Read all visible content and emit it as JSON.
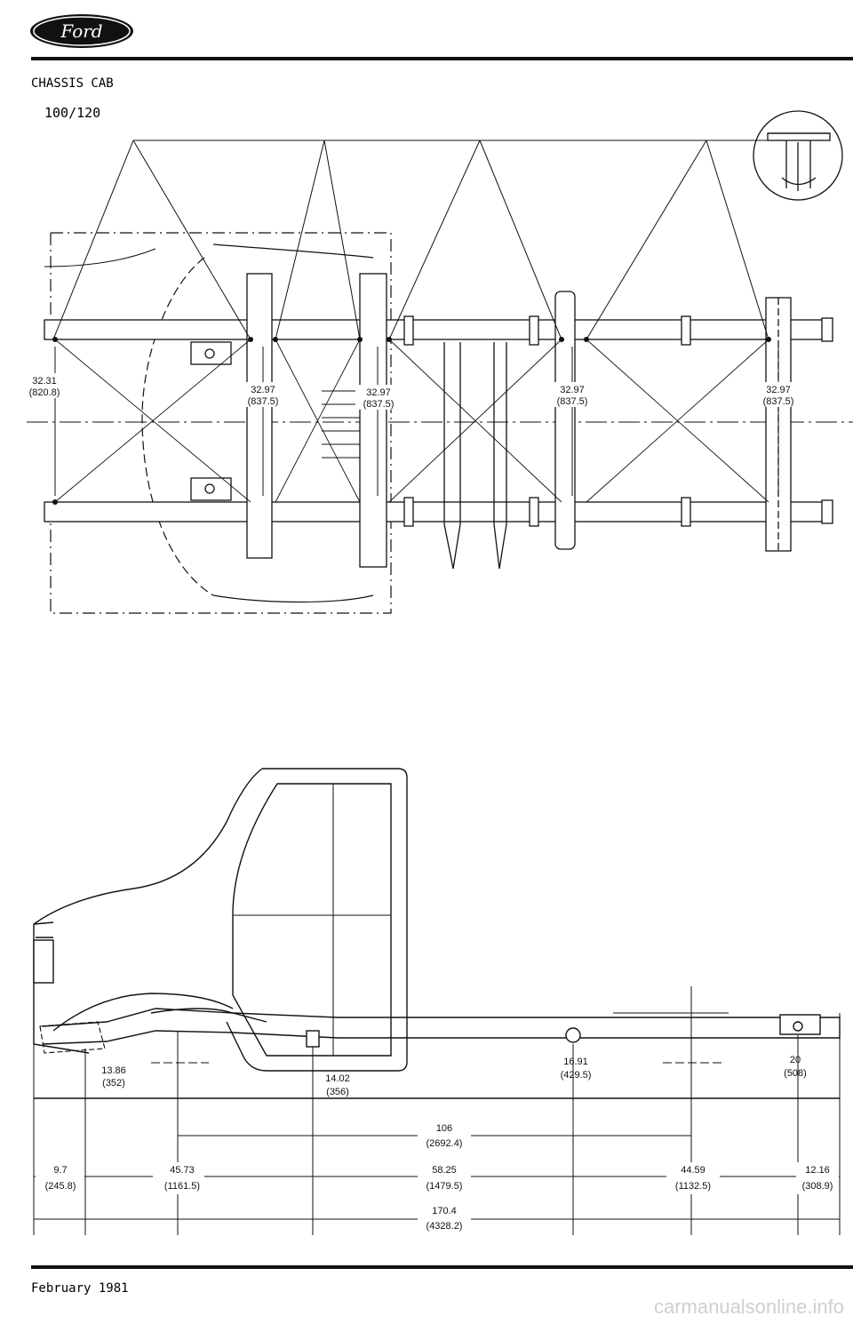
{
  "header": {
    "brand": "Ford",
    "section_title": "CHASSIS CAB",
    "model": "100/120"
  },
  "plan_view": {
    "dims": [
      {
        "in": "32.31",
        "mm": "(820.8)"
      },
      {
        "in": "32.97",
        "mm": "(837.5)"
      },
      {
        "in": "32.97",
        "mm": "(837.5)"
      },
      {
        "in": "32.97",
        "mm": "(837.5)"
      },
      {
        "in": "32.97",
        "mm": "(837.5)"
      }
    ]
  },
  "side_view": {
    "heights": [
      {
        "in": "13.86",
        "mm": "(352)"
      },
      {
        "in": "14.02",
        "mm": "(356)"
      },
      {
        "in": "16.91",
        "mm": "(429.5)"
      },
      {
        "in": "20",
        "mm": "(508)"
      }
    ],
    "wheelbase": {
      "in": "106",
      "mm": "(2692.4)"
    },
    "segments": [
      {
        "in": "9.7",
        "mm": "(245.8)"
      },
      {
        "in": "45.73",
        "mm": "(1161.5)"
      },
      {
        "in": "58.25",
        "mm": "(1479.5)"
      },
      {
        "in": "44.59",
        "mm": "(1132.5)"
      },
      {
        "in": "12.16",
        "mm": "(308.9)"
      }
    ],
    "overall": {
      "in": "170.4",
      "mm": "(4328.2)"
    }
  },
  "footer": {
    "date": "February 1981",
    "watermark": "carmanualsonline.info"
  }
}
